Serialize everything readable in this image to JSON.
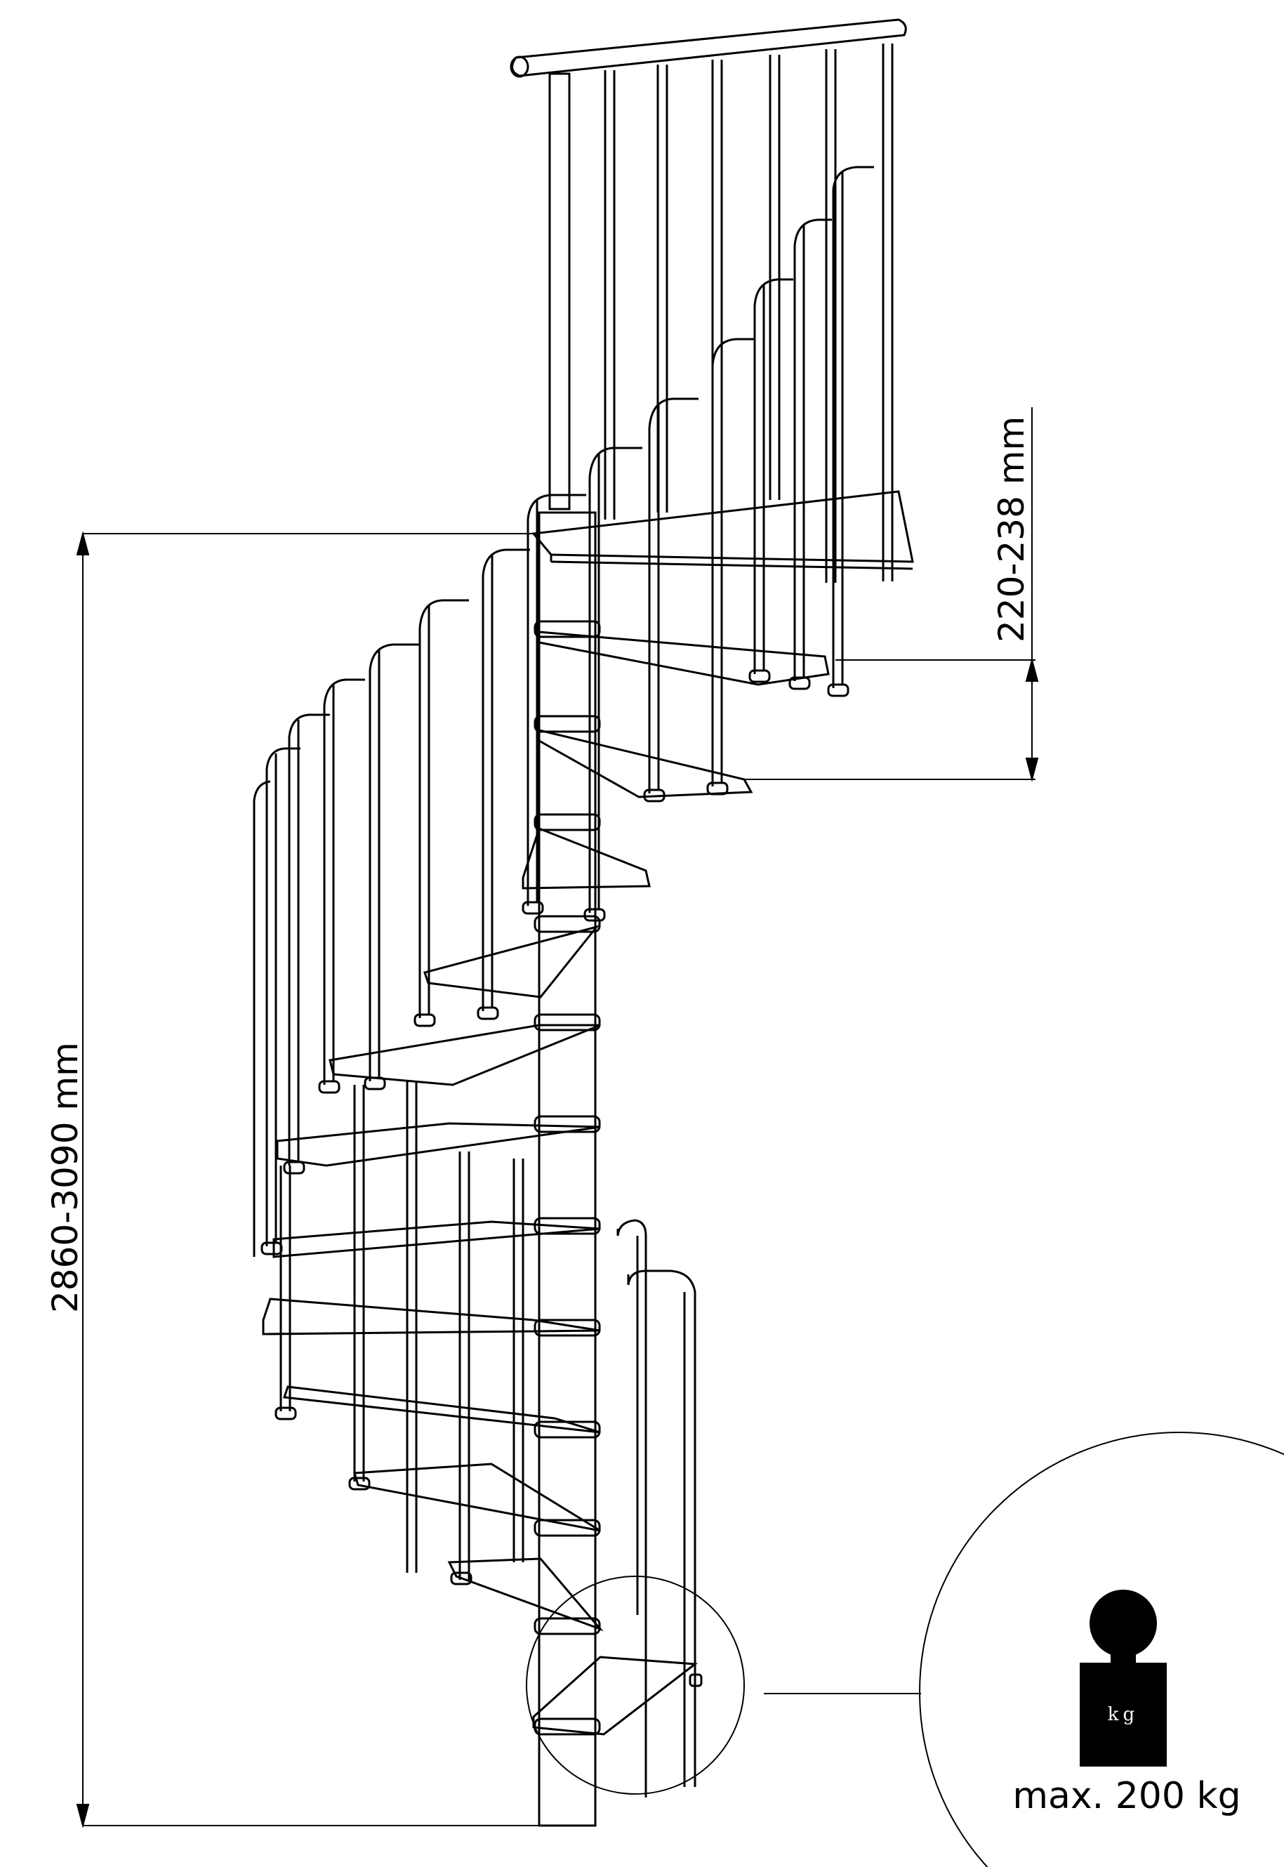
{
  "dimensions": {
    "total_height": "2860-3090 mm",
    "step_rise": "220-238 mm"
  },
  "load_badge": {
    "weight_unit": "kg",
    "max_load": "max. 200 kg",
    "icon": "weight-icon"
  },
  "colors": {
    "line": "#000000",
    "background": "#ffffff"
  }
}
